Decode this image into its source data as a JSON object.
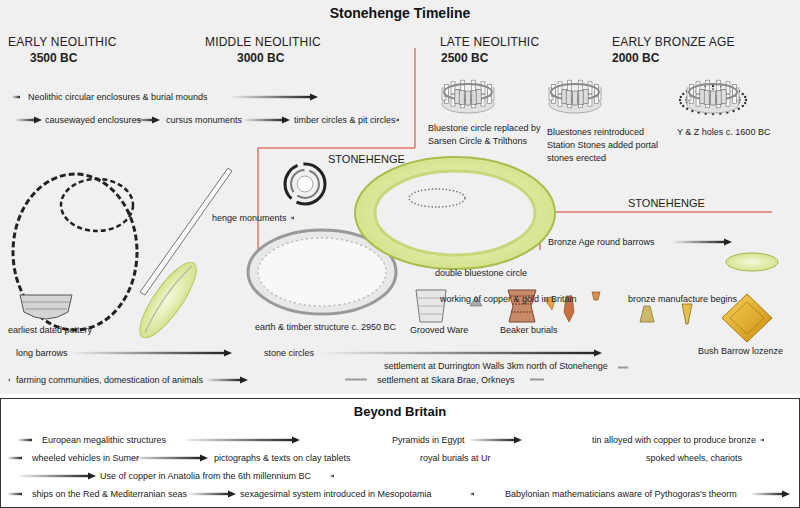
{
  "diagram": {
    "title": "Stonehenge Timeline",
    "nodes": [
      {
        "text": [
          "Beyond Britain"
        ]
      }
    ],
    "labels": [
      "EARLY NEOLITHIC",
      "3500 BC",
      "MIDDLE NEOLITHIC",
      "3000 BC",
      "LATE NEOLITHIC",
      "2500 BC",
      "EARLY BRONZE AGE",
      "2000 BC",
      "Neolithic circular enclosures & burial mounds",
      "causewayed enclosures",
      "cursus monuments",
      "timber circles & pit circles",
      "Bluestone circle replaced by Sarsen Circle & Trilthons",
      "Bluestones reintroduced Station Stones added portal stones erected",
      "Y & Z holes c. 1600 BC",
      "STONEHENGE",
      "henge monuments",
      "STONEHENGE",
      "Bronze Age round barrows",
      "double bluestone circle",
      "working of copper & gold in Britain",
      "bronze manufacture begins",
      "earth & timber structure c. 2950 BC",
      "Grooved Ware",
      "Beaker burials",
      "Bush Barrow lozenze",
      "earliest dated pottery",
      "long barrows",
      "stone circles",
      "settlement at Durrington Walls 3km north of Stonehenge",
      "settlement at Skara Brae, Orkneys",
      "farming communities, domestication of animals",
      "European megalithic structures",
      "Pyramids in Egypt",
      "tin alloyed with copper to produce bronze",
      "wheeled vehicles in Sumer",
      "pictographs & texts on clay tablets",
      "royal burials at Ur",
      "spoked wheels, chariots",
      "Use of copper in Anatolia from the 6th millennium BC",
      "ships on the Red & Mediterranian seas",
      "sexagesimal system introduced in Mesopotamia",
      "Babylonian mathematicians aware of Pythogoras's theorm"
    ]
  }
}
